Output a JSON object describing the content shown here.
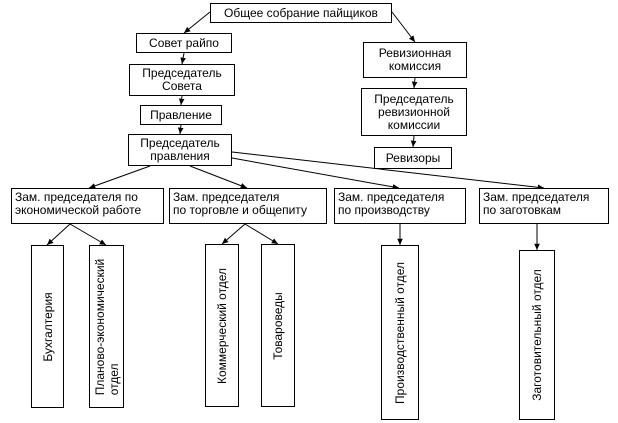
{
  "diagram": {
    "title": "Общее собрание пайщиков",
    "nodes": {
      "assembly": "Общее собрание пайщиков",
      "council": "Совет райпо",
      "council_chair": "Председатель\nСовета",
      "board": "Правление",
      "board_chair": "Председатель\nправления",
      "audit_commission": "Ревизионная\nкомиссия",
      "audit_chair": "Председатель\nревизионной\nкомиссии",
      "auditors": "Ревизоры",
      "deputy_economic": "Зам. председателя по\nэкономической работе",
      "deputy_trade": "Зам. председателя\nпо торговле и общепиту",
      "deputy_production": "Зам. председателя\nпо производству",
      "deputy_procurement": "Зам. председателя\nпо заготовкам",
      "dept_accounting": "Бухгалтерия",
      "dept_planning": "Планово-экономический\nотдел",
      "dept_commercial": "Коммерческий отдел",
      "dept_merchandisers": "Товароведы",
      "dept_production": "Производственный отдел",
      "dept_procurement": "Заготовительный отдел"
    },
    "edges": [
      [
        "assembly",
        "council"
      ],
      [
        "assembly",
        "audit_commission"
      ],
      [
        "council",
        "council_chair"
      ],
      [
        "council_chair",
        "board"
      ],
      [
        "board",
        "board_chair"
      ],
      [
        "audit_commission",
        "audit_chair"
      ],
      [
        "audit_chair",
        "auditors"
      ],
      [
        "board_chair",
        "deputy_economic"
      ],
      [
        "board_chair",
        "deputy_trade"
      ],
      [
        "board_chair",
        "deputy_production"
      ],
      [
        "board_chair",
        "deputy_procurement"
      ],
      [
        "deputy_economic",
        "dept_accounting"
      ],
      [
        "deputy_economic",
        "dept_planning"
      ],
      [
        "deputy_trade",
        "dept_commercial"
      ],
      [
        "deputy_trade",
        "dept_merchandisers"
      ],
      [
        "deputy_production",
        "dept_production"
      ],
      [
        "deputy_procurement",
        "dept_procurement"
      ]
    ]
  }
}
